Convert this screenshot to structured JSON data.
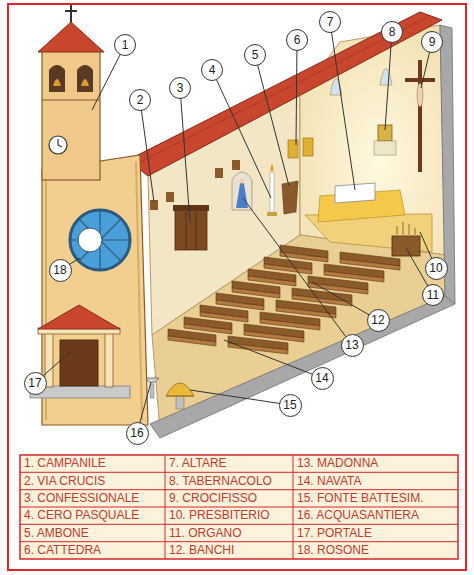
{
  "diagram": {
    "nodes": [
      {
        "text": [
          "1"
        ]
      },
      {
        "text": [
          "2"
        ]
      },
      {
        "text": [
          "3"
        ]
      },
      {
        "text": [
          "4"
        ]
      },
      {
        "text": [
          "5"
        ]
      },
      {
        "text": [
          "6"
        ]
      },
      {
        "text": [
          "7"
        ]
      },
      {
        "text": [
          "8"
        ]
      },
      {
        "text": [
          "9"
        ]
      },
      {
        "text": [
          "10"
        ]
      },
      {
        "text": [
          "11"
        ]
      },
      {
        "text": [
          "12"
        ]
      },
      {
        "text": [
          "13"
        ]
      },
      {
        "text": [
          "14"
        ]
      },
      {
        "text": [
          "15"
        ]
      },
      {
        "text": [
          "16"
        ]
      },
      {
        "text": [
          "17"
        ]
      },
      {
        "text": [
          "18"
        ]
      }
    ],
    "labels": [
      "1. CAMPANILE",
      "7. ALTARE",
      "13. MADONNA",
      "2. VIA CRUCIS",
      "8. TABERNACOLO",
      "14. NAVATA",
      "3. CONFESSIONALE",
      "9. CROCIFISSO",
      "15. FONTE BATTESIM.",
      "4. CERO PASQUALE",
      "10. PRESBITERIO",
      "16. ACQUASANTIERA",
      "5. AMBONE",
      "11. ORGANO",
      "17. PORTALE",
      "6. CATTEDRA",
      "12. BANCHI",
      "18. ROSONE"
    ]
  }
}
